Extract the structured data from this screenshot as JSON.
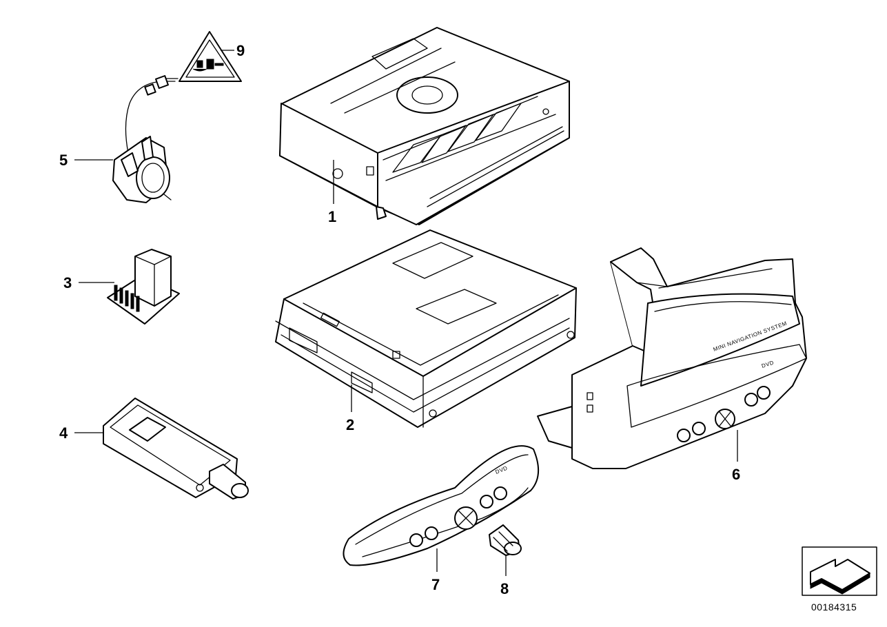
{
  "callouts": {
    "c1": "1",
    "c2": "2",
    "c3": "3",
    "c4": "4",
    "c5": "5",
    "c6": "6",
    "c7": "7",
    "c8": "8",
    "c9": "9"
  },
  "labels": {
    "nav_system": "MINI NAVIGATION SYSTEM",
    "dvd_large": "DVD",
    "dvd_small": "DVD"
  },
  "icons": {
    "warning_triangle": "warning-triangle-icon",
    "view_arrow": "view-direction-arrow-icon"
  },
  "reference_number": "00184315"
}
